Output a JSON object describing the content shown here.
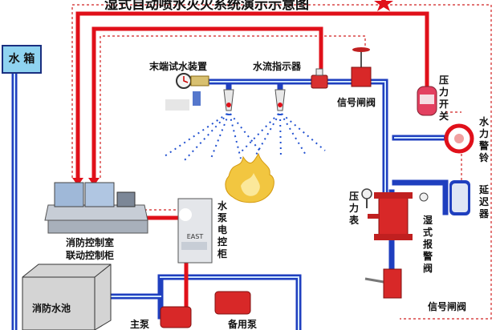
{
  "title": "湿式自动喷水灭火系统演示示意图",
  "labels": {
    "water_tank": "水 箱",
    "end_test_device": "末端试水装置",
    "flow_indicator": "水流指示器",
    "signal_valve_top": "信号闸阀",
    "pressure_switch": "压力开关",
    "water_bell": "水力警铃",
    "retarder": "延迟器",
    "pressure_gauge": "压力表",
    "alarm_valve": "湿式报警阀",
    "signal_valve_bottom": "信号闸阀",
    "pump_cabinet": "水泵电控柜",
    "control_room_line1": "消防控制室",
    "control_room_line2": "联动控制柜",
    "fire_pool": "消防水池",
    "main_pump": "主泵",
    "standby_pump": "备用泵",
    "cabinet_brand": "EAST"
  },
  "colors": {
    "pipe_blue": "#1f3fbf",
    "signal_red": "#e0101a",
    "dashed_red": "#d02020",
    "sprinkler_blue": "#2050d0",
    "fire_yellow": "#f2c640"
  }
}
